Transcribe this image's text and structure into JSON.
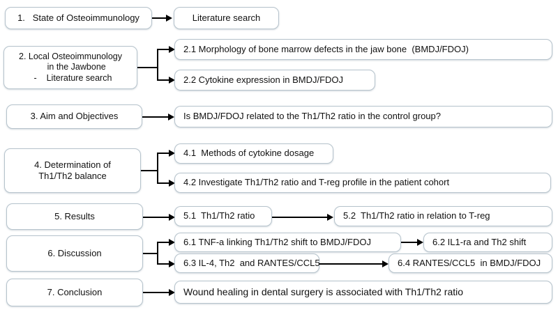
{
  "diagram": {
    "title": "Research outline flowchart",
    "colors": {
      "box_border": "#b6c3cc",
      "box_fill": "#ffffff",
      "connector": "#000000",
      "text": "#111111",
      "background": "#ffffff"
    },
    "nodes": [
      {
        "id": "n1",
        "label": "1.   State of Osteoimmunology"
      },
      {
        "id": "n1a",
        "label": "Literature search"
      },
      {
        "id": "n2",
        "label": "2. Local Osteoimmunology\n     in the Jawbone\n  -    Literature search"
      },
      {
        "id": "n21",
        "label": "2.1 Morphology of bone marrow defects in the jaw bone  (BMDJ/FDOJ)"
      },
      {
        "id": "n22",
        "label": "2.2 Cytokine expression in BMDJ/FDOJ"
      },
      {
        "id": "n3",
        "label": "3. Aim and Objectives"
      },
      {
        "id": "n3a",
        "label": "Is BMDJ/FDOJ related to the Th1/Th2 ratio in the control group?"
      },
      {
        "id": "n4",
        "label": "4. Determination of\nTh1/Th2 balance"
      },
      {
        "id": "n41",
        "label": "4.1  Methods of cytokine dosage"
      },
      {
        "id": "n42",
        "label": "4.2 Investigate Th1/Th2 ratio and T-reg profile in the patient cohort"
      },
      {
        "id": "n5",
        "label": "5. Results"
      },
      {
        "id": "n51",
        "label": "5.1  Th1/Th2 ratio"
      },
      {
        "id": "n52",
        "label": "5.2  Th1/Th2 ratio in relation to T-reg"
      },
      {
        "id": "n6",
        "label": "6. Discussion"
      },
      {
        "id": "n61",
        "label": "6.1 TNF-a linking Th1/Th2 shift to BMDJ/FDOJ"
      },
      {
        "id": "n62",
        "label": "6.2 IL1-ra and Th2 shift"
      },
      {
        "id": "n63",
        "label": "6.3 IL-4, Th2  and RANTES/CCL5"
      },
      {
        "id": "n64",
        "label": "6.4 RANTES/CCL5  in BMDJ/FDOJ"
      },
      {
        "id": "n7",
        "label": "7. Conclusion"
      },
      {
        "id": "n7a",
        "label": "Wound healing in dental surgery is associated with Th1/Th2 ratio"
      }
    ]
  }
}
